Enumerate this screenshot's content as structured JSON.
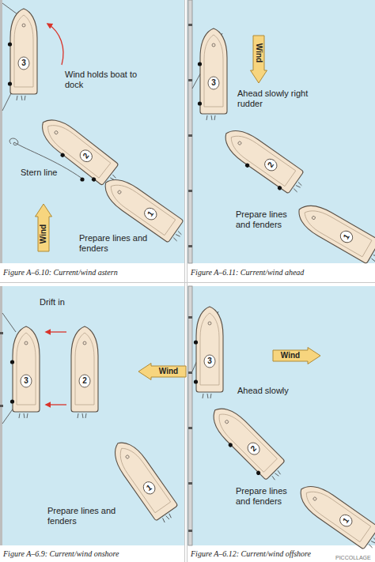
{
  "diagram": {
    "nodes": [
      {
        "text": [
          "3"
        ]
      },
      {
        "text": [
          "2"
        ]
      },
      {
        "text": [
          "Wind"
        ]
      },
      {
        "text": [
          "1"
        ]
      },
      {
        "text": [
          "3"
        ]
      },
      {
        "text": [
          "Wind"
        ]
      },
      {
        "text": [
          "2"
        ]
      },
      {
        "text": [
          "1"
        ]
      },
      {
        "text": [
          "3"
        ]
      },
      {
        "text": [
          "2"
        ]
      },
      {
        "text": [
          "Wind"
        ]
      },
      {
        "text": [
          "1"
        ]
      },
      {
        "text": [
          "3"
        ]
      },
      {
        "text": [
          "Wind"
        ]
      },
      {
        "text": [
          "2"
        ]
      },
      {
        "text": [
          "1"
        ]
      }
    ],
    "labels": [
      "Wind holds boat to dock",
      "Stern line",
      "Prepare lines and fenders",
      "Figure A–6.10: Current/wind astern",
      "Ahead slowly right rudder",
      "Prepare lines and fenders",
      "Figure A–6.11: Current/wind ahead",
      "Drift in",
      "Prepare lines and fenders",
      "Figure A–6.9: Current/wind onshore",
      "Ahead slowly",
      "Prepare lines and fenders",
      "Figure A–6.12: Current/wind offshore",
      "PICCOLLAGE"
    ]
  }
}
